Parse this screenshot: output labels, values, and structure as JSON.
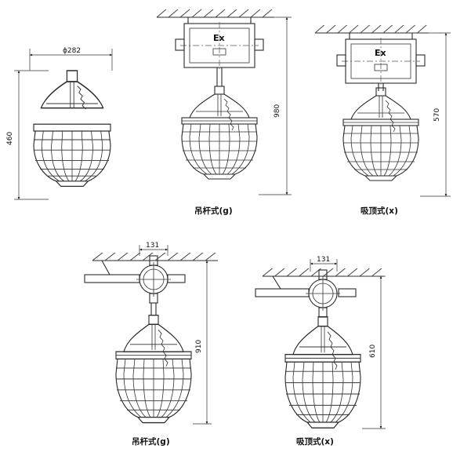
{
  "figures": [
    {
      "id": "fig1",
      "dims": {
        "width": "ϕ282",
        "height": "460"
      }
    },
    {
      "id": "fig2",
      "caption": "吊杆式(g)",
      "box_label": "Ex",
      "dims": {
        "height": "980"
      }
    },
    {
      "id": "fig3",
      "caption": "吸顶式(x)",
      "box_label": "Ex",
      "dims": {
        "height": "570"
      }
    },
    {
      "id": "fig4",
      "caption": "吊杆式(g)",
      "dims": {
        "width": "131",
        "height": "910"
      }
    },
    {
      "id": "fig5",
      "caption": "吸顶式(x)",
      "dims": {
        "width": "131",
        "height": "610"
      }
    }
  ]
}
